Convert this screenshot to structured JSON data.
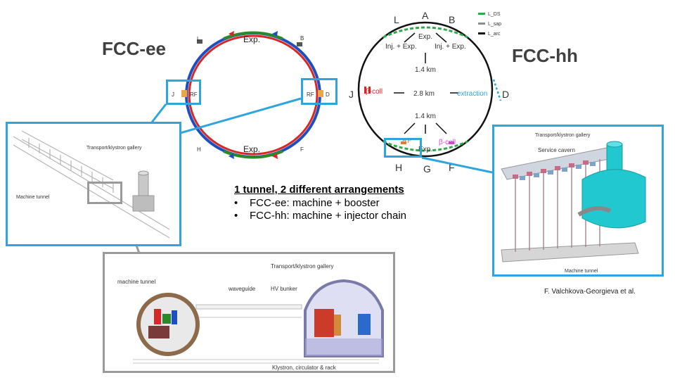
{
  "titles": {
    "fcc_ee": "FCC-ee",
    "fcc_hh": "FCC-hh"
  },
  "ee_ring": {
    "labels": {
      "L": "L",
      "B": "B",
      "J": "J",
      "D": "D",
      "H": "H",
      "F": "F"
    },
    "exp_top": "Exp.",
    "exp_bottom": "Exp.",
    "rf_left": "RF",
    "rf_right": "RF"
  },
  "hh_ring": {
    "points": {
      "A": "A",
      "B": "B",
      "L": "L",
      "J": "J",
      "D": "D",
      "H": "H",
      "G": "G",
      "F": "F"
    },
    "legend": [
      "L_DS",
      "L_sap",
      "L_arc"
    ],
    "legend_colors": [
      "#2eaa4a",
      "#8c8c8c",
      "#111111"
    ],
    "exp_top": "Exp.",
    "inj_left": "Inj. + Exp.",
    "inj_right": "Inj. + Exp.",
    "dist_top": "1.4 km",
    "dist_mid": "2.8 km",
    "dist_bottom": "1.4 km",
    "beta_coll_left": "β-coll",
    "extraction": "extraction",
    "rf": "RF",
    "exp_bottom": "Exp.",
    "beta_coll_right": "β-coll"
  },
  "left_drawing": {
    "gallery": "Transport/klystron gallery",
    "tunnel": "Machine tunnel"
  },
  "right_drawing": {
    "gallery": "Transport/klystron gallery",
    "cavern": "Service cavern",
    "tunnel": "Machine tunnel"
  },
  "cross_section": {
    "gallery": "Transport/klystron gallery",
    "machine_tunnel": "machine tunnel",
    "waveguide": "waveguide",
    "hv_bunker": "HV bunker",
    "klystron": "Klystron, circulator & rack"
  },
  "caption": {
    "heading": "1 tunnel, 2 different arrangements",
    "bullets": [
      "FCC-ee: machine + booster",
      "FCC-hh: machine + injector chain"
    ]
  },
  "credit": "F. Valchkova-Georgieva et al.",
  "colors": {
    "accent_blue": "#2ea5dc",
    "ring_blue": "#1f4fbf",
    "ring_red": "#d62828",
    "ring_green": "#2a8a2a",
    "grey": "#9a9a9a"
  }
}
